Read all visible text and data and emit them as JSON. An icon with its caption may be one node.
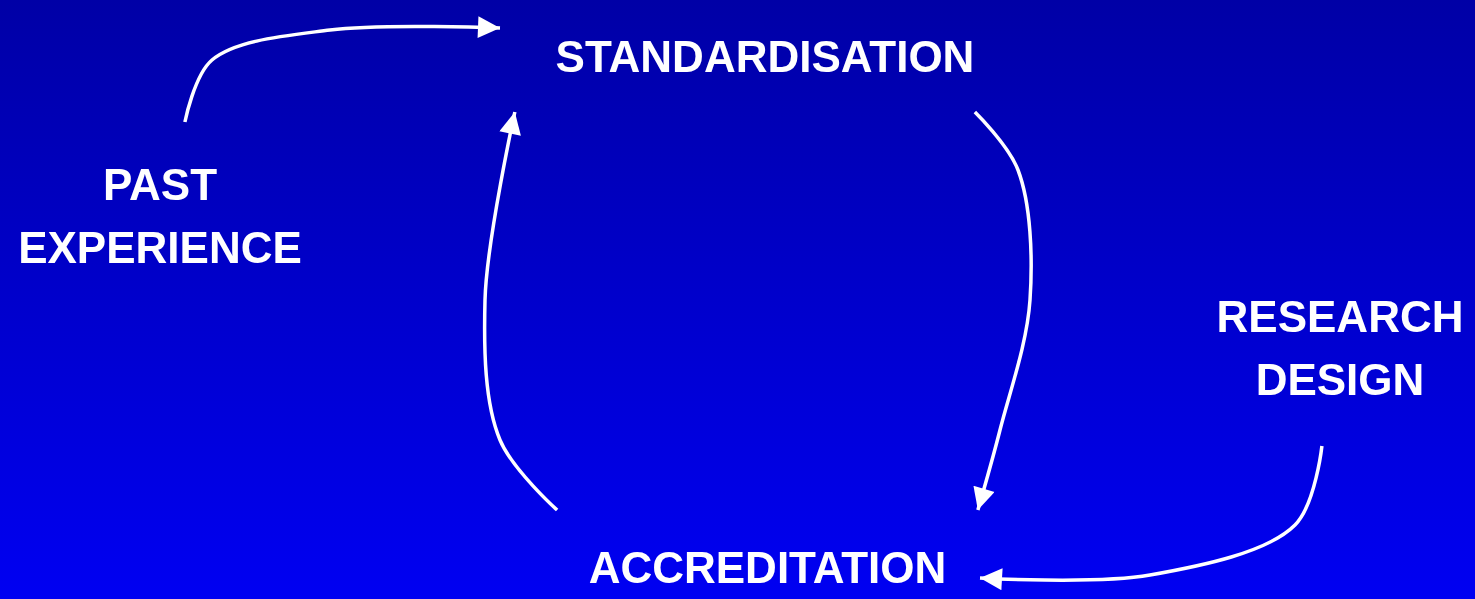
{
  "diagram": {
    "nodes": [
      {
        "text": [
          "STANDARDISATION"
        ]
      },
      {
        "text": [
          "PAST EXPERIENCE"
        ]
      },
      {
        "text": [
          "RESEARCH DESIGN"
        ]
      },
      {
        "text": [
          "ACCREDITATION"
        ]
      }
    ],
    "edges": [
      {
        "from": 1,
        "to": 0,
        "arrow": "to"
      },
      {
        "from": 0,
        "to": 3,
        "arrow": "to"
      },
      {
        "from": 3,
        "to": 0,
        "arrow": "to"
      },
      {
        "from": 2,
        "to": 3,
        "arrow": "to"
      }
    ]
  }
}
